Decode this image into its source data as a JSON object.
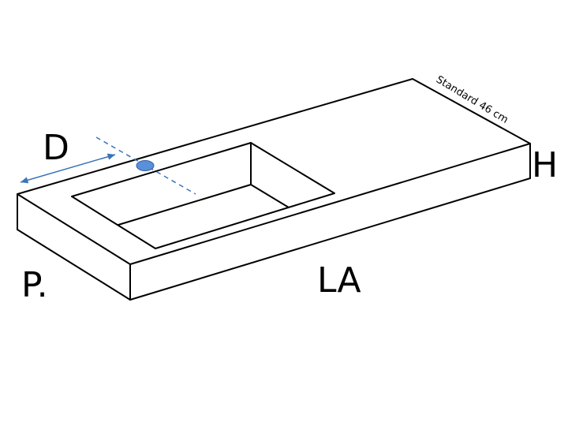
{
  "labels": {
    "depth_offset": "D",
    "height": "H",
    "depth": "P.",
    "width": "LA",
    "standard_depth": "Standard 46 cm"
  },
  "colors": {
    "outline": "#000000",
    "measure_line": "#3a73b8",
    "drain_hole": "#5b8fd8",
    "background": "#ffffff"
  },
  "icons": {
    "drain_hole": "drain-hole-icon"
  }
}
